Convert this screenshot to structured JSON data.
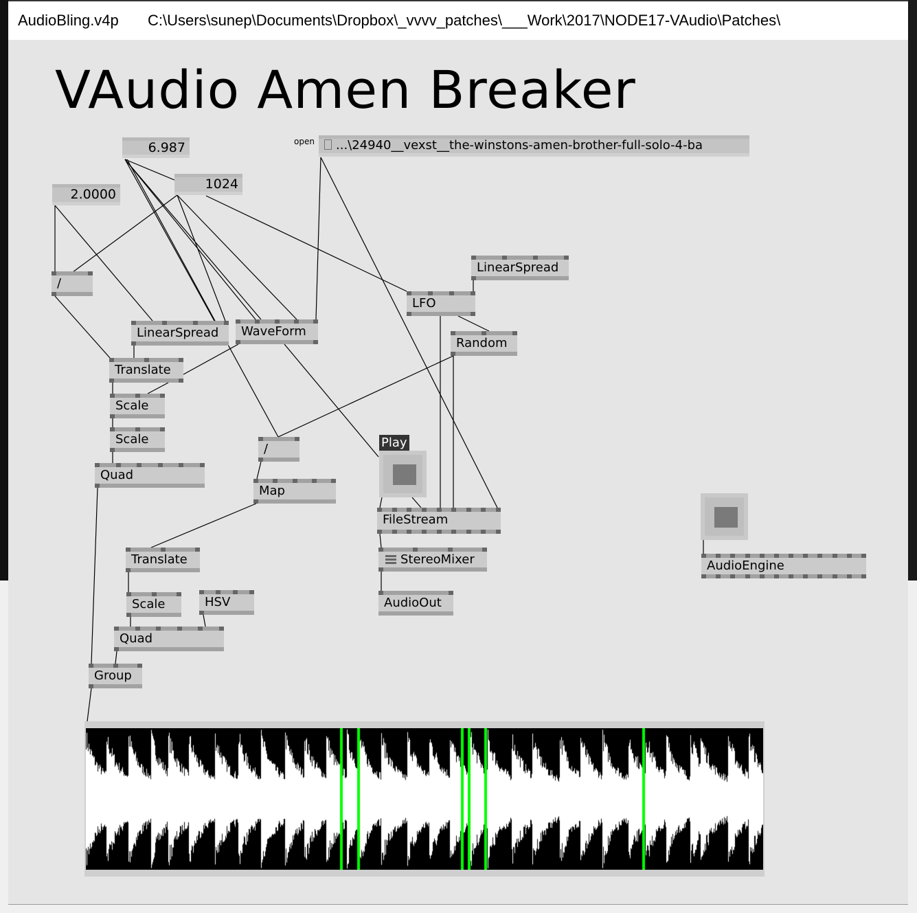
{
  "window": {
    "file_name": "AudioBling.v4p",
    "path": "C:\\Users\\sunep\\Documents\\Dropbox\\_vvvv_patches\\___Work\\2017\\NODE17-VAudio\\Patches\\"
  },
  "patch": {
    "title": "VAudio Amen Breaker",
    "ioboxes": {
      "value_a": "6.987",
      "value_b": "1024",
      "value_c": "2.0000",
      "open_label": "open",
      "file": "...\\24940__vexst__the-winstons-amen-brother-full-solo-4-ba"
    },
    "nodes": {
      "divide1": "/",
      "linearspread1": "LinearSpread",
      "waveform": "WaveForm",
      "linearspread2": "LinearSpread",
      "lfo": "LFO",
      "random": "Random",
      "translate1": "Translate",
      "scale1": "Scale",
      "scale2": "Scale",
      "quad1": "Quad",
      "divide2": "/",
      "map": "Map",
      "play_label": "Play",
      "filestream": "FileStream",
      "stereomixer": "StereoMixer",
      "audioout": "AudioOut",
      "audioengine": "AudioEngine",
      "translate2": "Translate",
      "scale3": "Scale",
      "hsv": "HSV",
      "quad2": "Quad",
      "group": "Group"
    },
    "waveform_view": {
      "marker_color": "#00ff00",
      "slice_markers": [
        0.377,
        0.403,
        0.556,
        0.566,
        0.59,
        0.824
      ]
    }
  }
}
